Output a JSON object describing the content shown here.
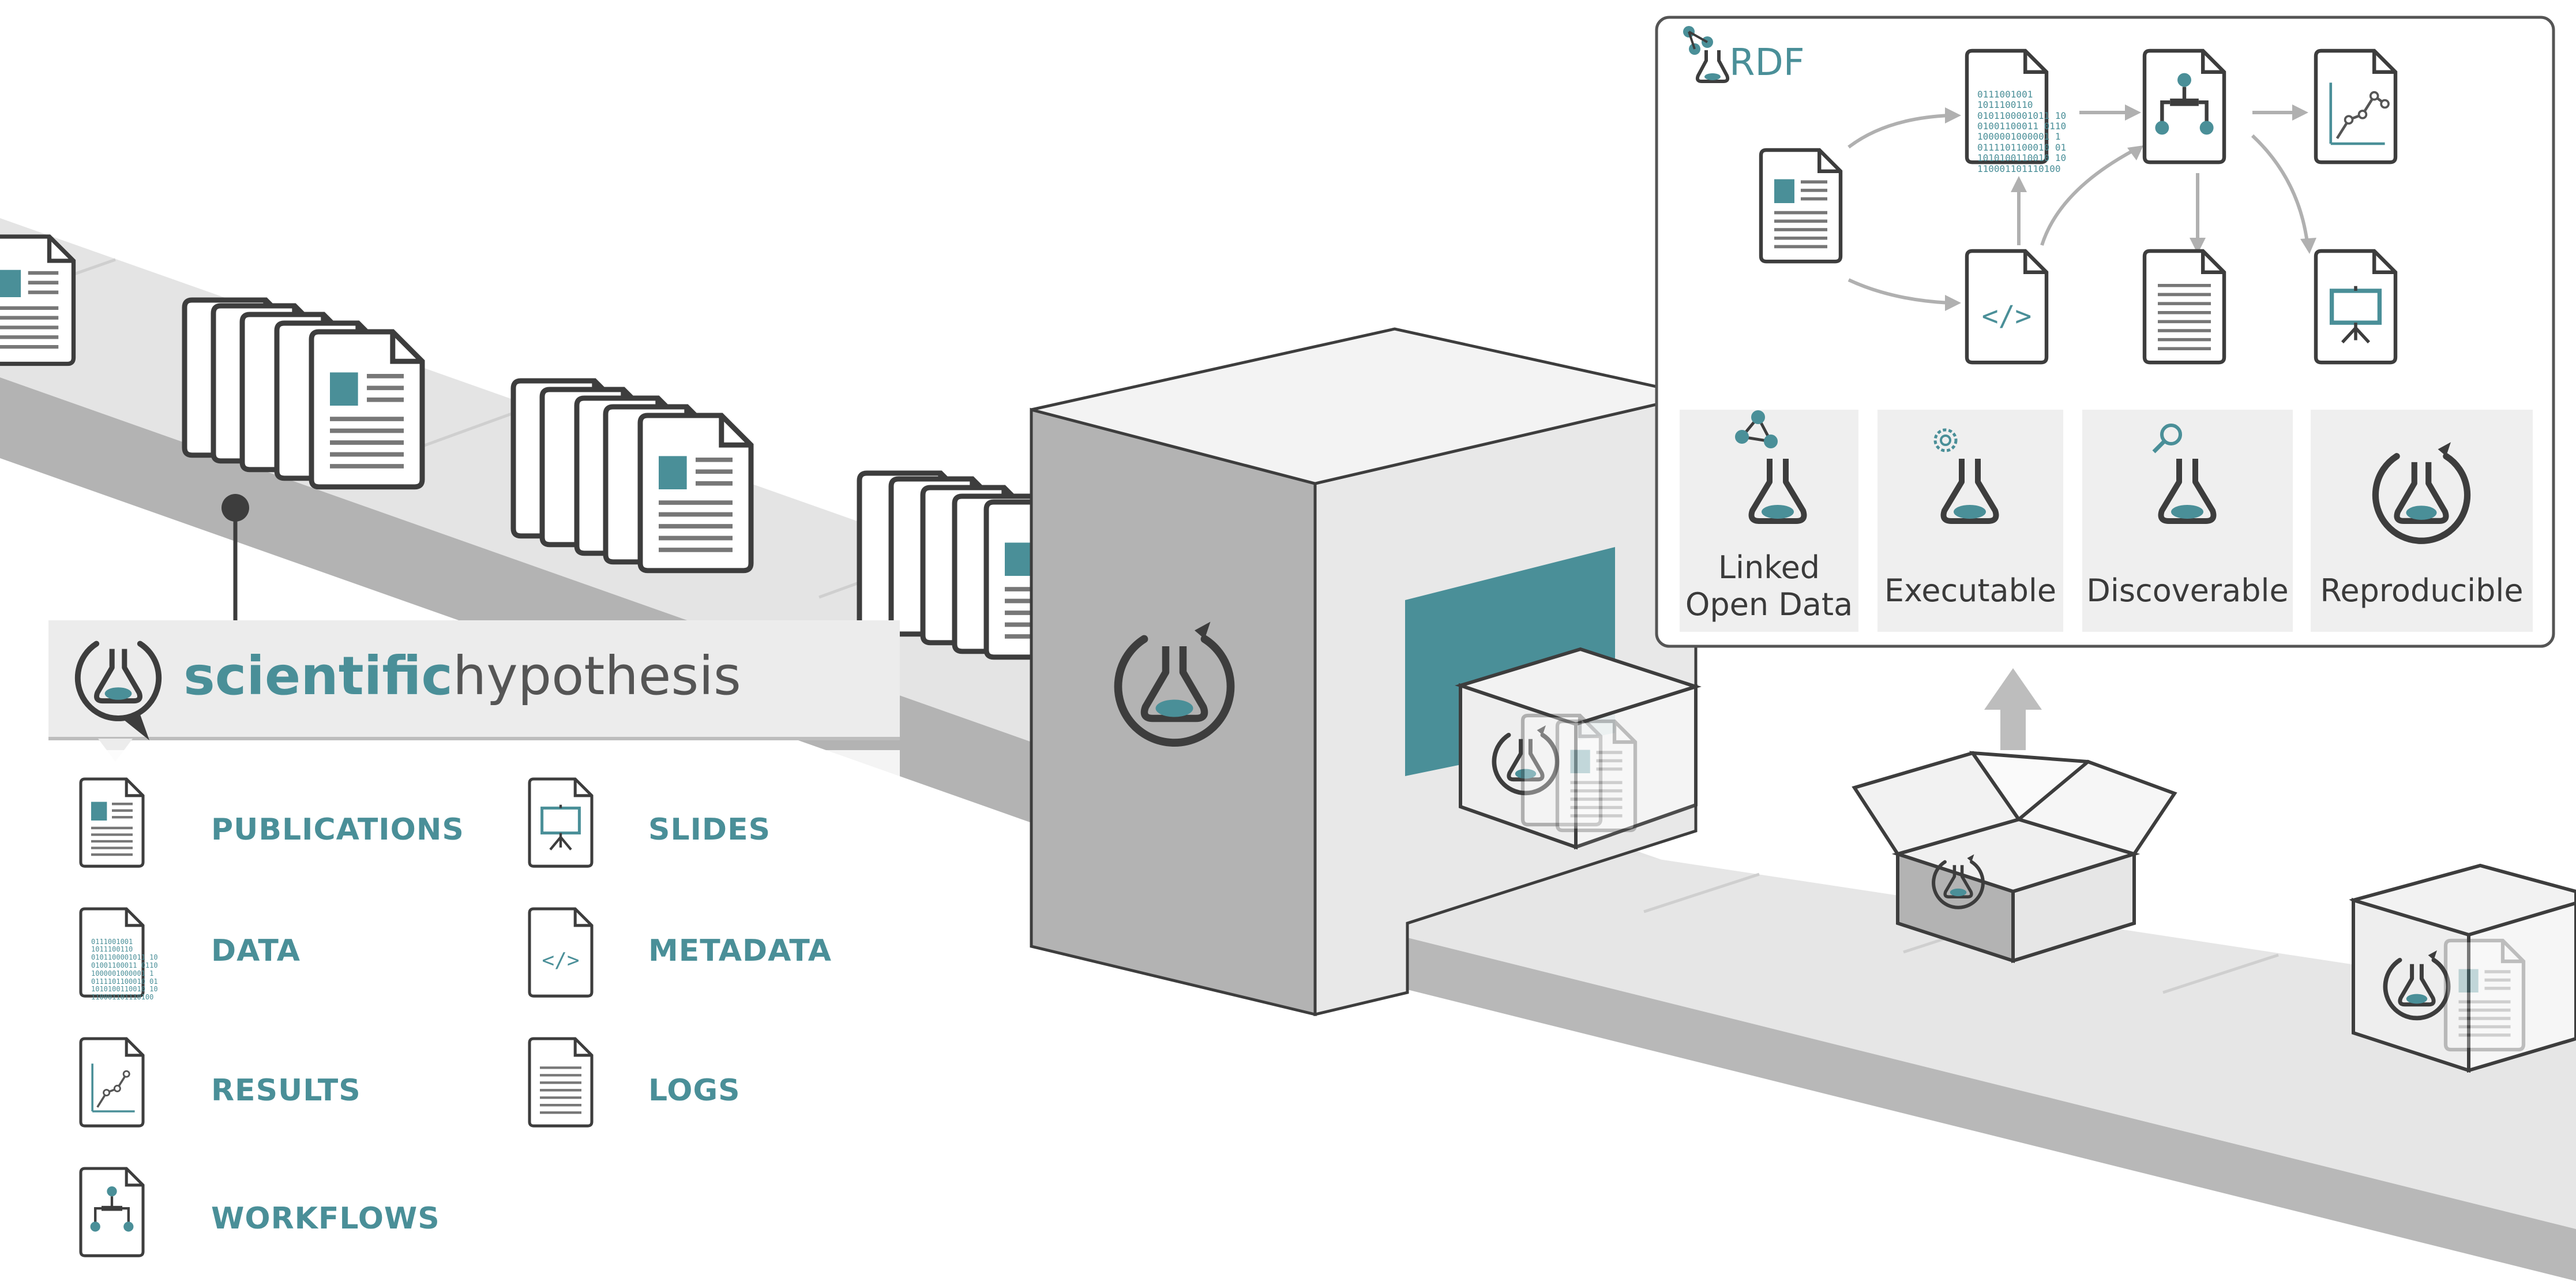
{
  "header": {
    "title_bold": "scientific",
    "title_light": "hypothesis"
  },
  "legend": {
    "items": [
      {
        "label": "PUBLICATIONS",
        "icon": "publication-icon"
      },
      {
        "label": "DATA",
        "icon": "data-icon"
      },
      {
        "label": "RESULTS",
        "icon": "results-icon"
      },
      {
        "label": "WORKFLOWS",
        "icon": "workflow-icon"
      },
      {
        "label": "SLIDES",
        "icon": "slides-icon"
      },
      {
        "label": "METADATA",
        "icon": "metadata-icon"
      },
      {
        "label": "LOGS",
        "icon": "logs-icon"
      }
    ]
  },
  "rdf": {
    "title": "RDF",
    "binary_lines": [
      "0111001001",
      "1011100110",
      "0101100001011 10",
      "01001100011 0110",
      "1000001000001 1",
      "0111101100010 01",
      "1010100110010 10",
      "110001101110100"
    ]
  },
  "properties": [
    {
      "line1": "Linked",
      "line2": "Open Data",
      "icon": "linked-data-flask-icon"
    },
    {
      "line1": "Executable",
      "line2": "",
      "icon": "gear-flask-icon"
    },
    {
      "line1": "Discoverable",
      "line2": "",
      "icon": "magnifier-flask-icon"
    },
    {
      "line1": "Reproducible",
      "line2": "",
      "icon": "cycle-flask-icon"
    }
  ],
  "colors": {
    "accent": "#4a8f98",
    "dark": "#3a3a3a",
    "belt_top": "#e6e6e6",
    "belt_side": "#b8b8b8",
    "machine_front": "#b3b3b3",
    "machine_side": "#e8e8e8"
  }
}
